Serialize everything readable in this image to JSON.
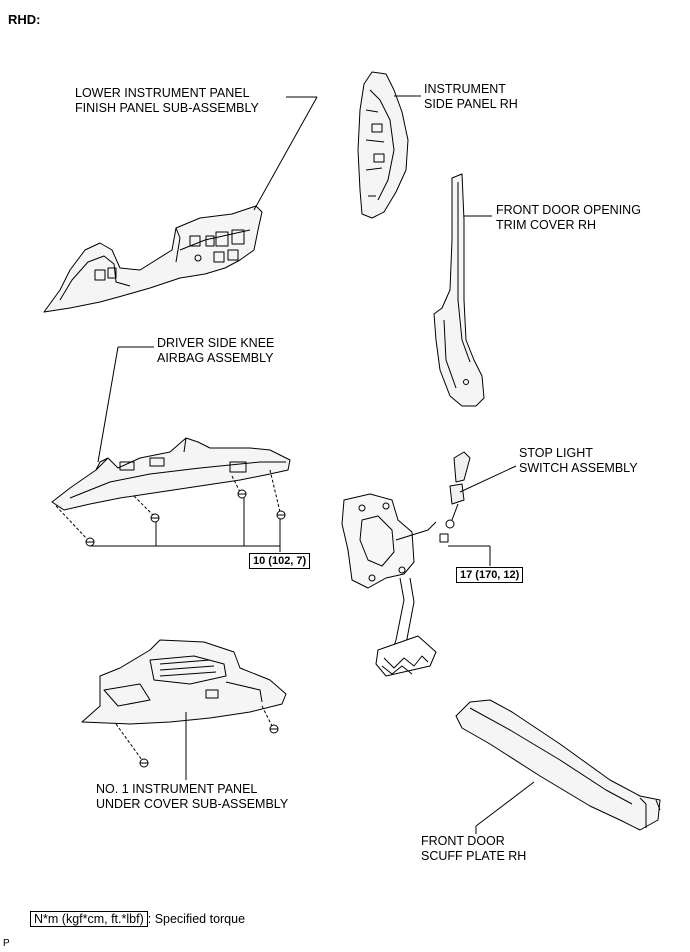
{
  "header": {
    "label": "RHD:"
  },
  "parts": [
    {
      "id": "lower-finish-panel",
      "lines": [
        "LOWER INSTRUMENT PANEL",
        "FINISH PANEL SUB-ASSEMBLY"
      ]
    },
    {
      "id": "side-panel-rh",
      "lines": [
        "INSTRUMENT",
        "SIDE PANEL RH"
      ]
    },
    {
      "id": "door-trim-rh",
      "lines": [
        "FRONT DOOR OPENING",
        "TRIM COVER RH"
      ]
    },
    {
      "id": "knee-airbag",
      "lines": [
        "DRIVER SIDE KNEE",
        "AIRBAG ASSEMBLY"
      ]
    },
    {
      "id": "stop-light-switch",
      "lines": [
        "STOP LIGHT",
        "SWITCH ASSEMBLY"
      ]
    },
    {
      "id": "under-cover",
      "lines": [
        "NO. 1 INSTRUMENT PANEL",
        "UNDER COVER SUB-ASSEMBLY"
      ]
    },
    {
      "id": "scuff-plate-rh",
      "lines": [
        "FRONT DOOR",
        "SCUFF PLATE RH"
      ]
    }
  ],
  "torques": [
    {
      "id": "torque-knee-airbag",
      "text": "10 (102, 7)"
    },
    {
      "id": "torque-stop-switch",
      "text": "17 (170, 12)"
    }
  ],
  "legend": {
    "box_text": "N*m (kgf*cm, ft.*lbf)",
    "description": ": Specified torque"
  },
  "corner_mark": "P"
}
